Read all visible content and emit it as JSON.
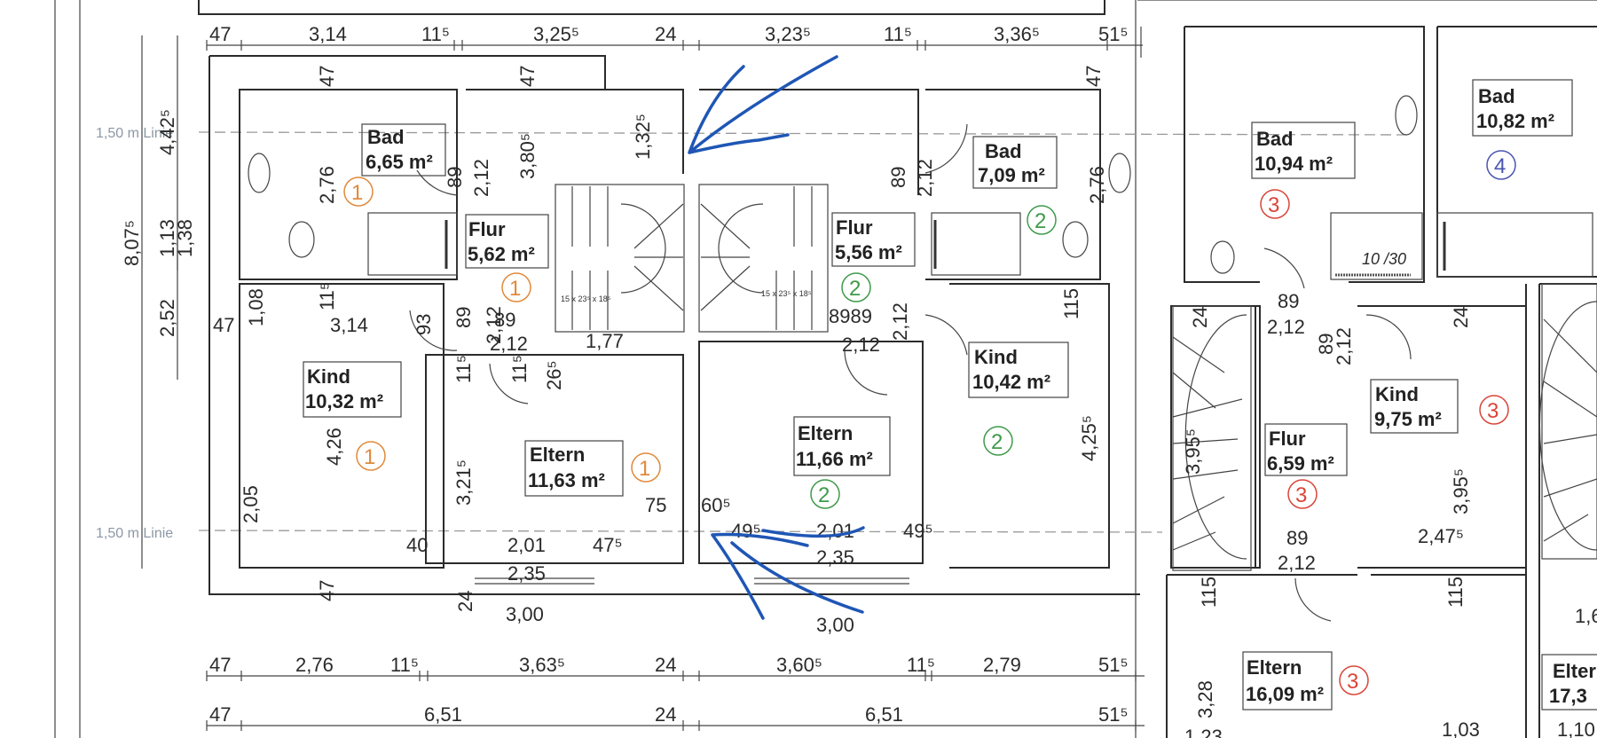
{
  "plan": {
    "linie_label": "1,50 m Linie",
    "top_dimensions": [
      "47",
      "3,14",
      "11⁵",
      "3,25⁵",
      "24",
      "3,23⁵",
      "11⁵",
      "3,36⁵",
      "51⁵"
    ],
    "bottom_dimensions_row1": [
      "47",
      "2,76",
      "11⁵",
      "3,63⁵",
      "24",
      "3,60⁵",
      "11⁵",
      "2,79",
      "51⁵"
    ],
    "bottom_dimensions_row2": [
      "47",
      "6,51",
      "24",
      "6,51",
      "51⁵"
    ],
    "left_dimensions": {
      "total": "8,07⁵",
      "upper": "4,42⁵",
      "middle_a": "1,13",
      "middle_b": "1,38",
      "lower": "2,52"
    },
    "stair_label": "15 x 23⁵ x 18⁵",
    "window_note": "10 /30"
  },
  "units": [
    {
      "id": "1",
      "color": "#e08a3c"
    },
    {
      "id": "2",
      "color": "#3f9a4a"
    },
    {
      "id": "3",
      "color": "#d9453a"
    },
    {
      "id": "4",
      "color": "#4a55b0"
    }
  ],
  "rooms": {
    "bad1": {
      "name": "Bad",
      "area": "6,65 m²",
      "unit": "1"
    },
    "flur1": {
      "name": "Flur",
      "area": "5,62 m²",
      "unit": "1"
    },
    "kind1": {
      "name": "Kind",
      "area": "10,32 m²",
      "unit": "1"
    },
    "eltern1": {
      "name": "Eltern",
      "area": "11,63 m²",
      "unit": "1"
    },
    "bad2": {
      "name": "Bad",
      "area": "7,09 m²",
      "unit": "2"
    },
    "flur2": {
      "name": "Flur",
      "area": "5,56 m²",
      "unit": "2"
    },
    "kind2": {
      "name": "Kind",
      "area": "10,42 m²",
      "unit": "2"
    },
    "eltern2": {
      "name": "Eltern",
      "area": "11,66 m²",
      "unit": "2"
    },
    "bad3": {
      "name": "Bad",
      "area": "10,94 m²",
      "unit": "3"
    },
    "flur3": {
      "name": "Flur",
      "area": "6,59 m²",
      "unit": "3"
    },
    "kind3": {
      "name": "Kind",
      "area": "9,75 m²",
      "unit": "3"
    },
    "eltern3": {
      "name": "Eltern",
      "area": "16,09 m²",
      "unit": "3"
    },
    "bad4": {
      "name": "Bad",
      "area": "10,82 m²",
      "unit": "4"
    },
    "eltern4": {
      "name": "Elter",
      "area": "17,3",
      "unit": "4"
    }
  },
  "inner_dims": {
    "d47a": "47",
    "d47b": "47",
    "d47c": "47",
    "d276a": "2,76",
    "d276b": "2,76",
    "d89a": "89",
    "d212a": "2,12",
    "d3805": "3,80⁵",
    "d1325": "1,32⁵",
    "d89b": "89",
    "d212b": "2,12",
    "d108": "1,08",
    "d115a": "11⁵",
    "d314": "3,14",
    "d93": "93",
    "d89c": "89",
    "d212c": "2,12",
    "d89d": "89",
    "d212d": "2,12",
    "d265": "26⁵",
    "d177": "1,77",
    "d115b": "11⁵",
    "d115c": "11⁵",
    "d8989": "8989",
    "d212e": "2,12",
    "d212f": "2,12",
    "d115d": "115",
    "d4255": "4,25⁵",
    "d426": "4,26",
    "d205": "2,05",
    "d3215": "3,21⁵",
    "d75": "75",
    "d605": "60⁵",
    "d40": "40",
    "d201a": "2,01",
    "d4755": "47⁵",
    "d235a": "2,35",
    "d24a": "24",
    "d300a": "3,00",
    "d47d": "47",
    "d495a": "49⁵",
    "d201b": "2,01",
    "d495b": "49⁵",
    "d235b": "2,35",
    "d300b": "3,00",
    "d89e": "89",
    "d212g": "2,12",
    "d89f": "89",
    "d212h": "2,12",
    "d24b": "24",
    "d24c": "24",
    "d3955a": "3,95⁵",
    "d3955b": "3,95⁵",
    "d2475": "2,47⁵",
    "d89g": "89",
    "d212i": "2,12",
    "d115e": "115",
    "d115f": "115",
    "d328": "3,28",
    "d123": "1,23",
    "d103": "1,03",
    "d110": "1,10",
    "d16": "1,6"
  }
}
